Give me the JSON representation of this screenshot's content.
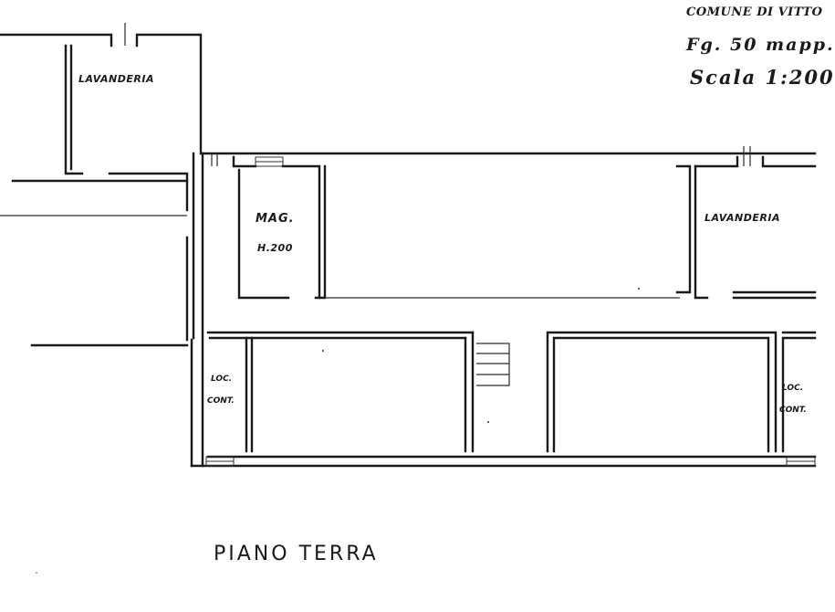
{
  "header": {
    "comune": "COMUNE DI VITTO",
    "foglio": "Fg. 50 mapp.",
    "scala": "Scala 1:200"
  },
  "rooms": {
    "lavanderia_left": "LAVANDERIA",
    "magazzino": "MAG.",
    "magazzino_height": "H.200",
    "lavanderia_right": "LAVANDERIA",
    "loc_cont_left_1": "LOC.",
    "loc_cont_left_2": "CONT.",
    "loc_cont_right_1": "LOC.",
    "loc_cont_right_2": "CONT."
  },
  "plan_title": "PIANO TERRA"
}
